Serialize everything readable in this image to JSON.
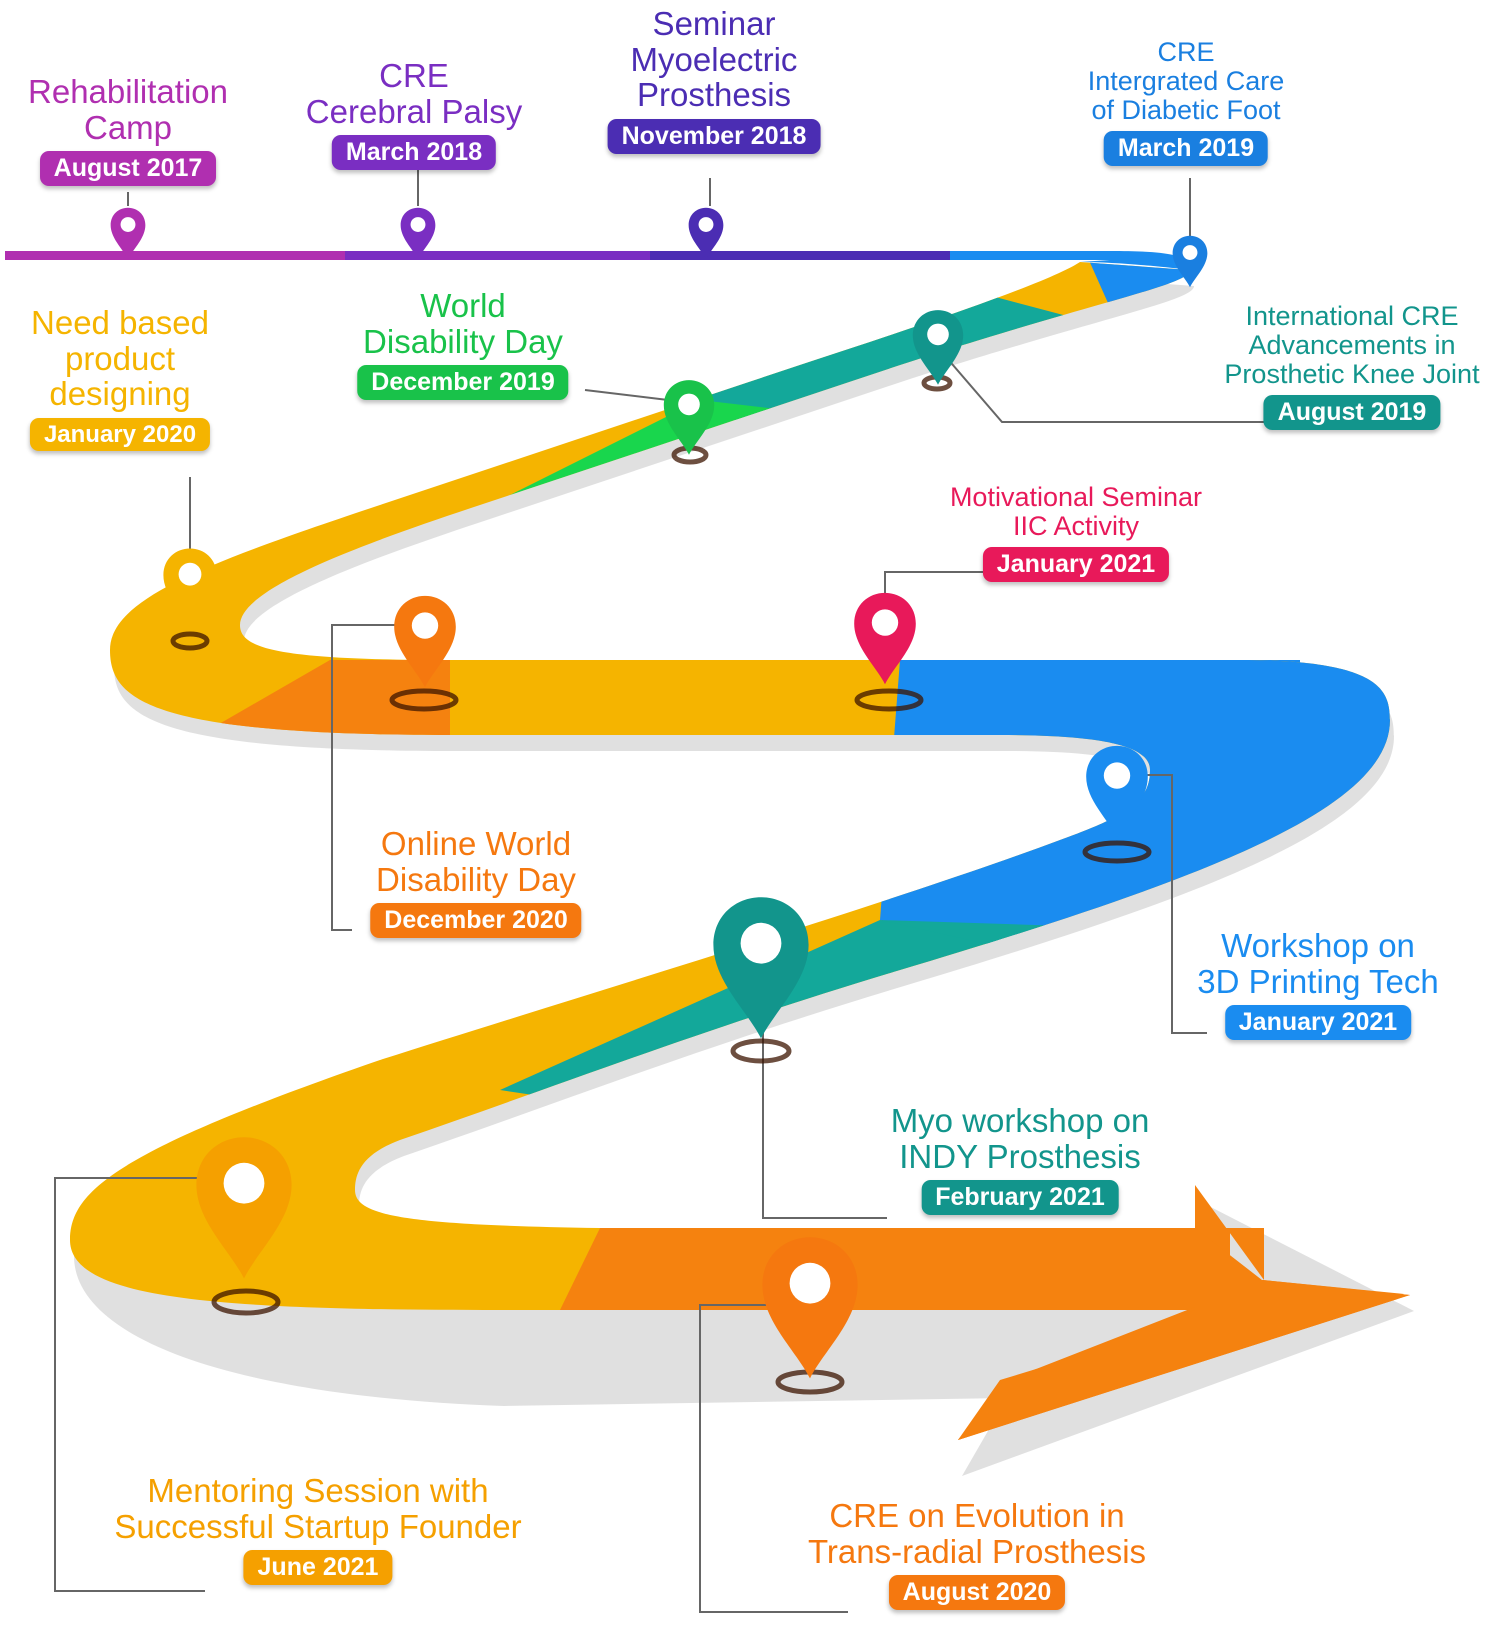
{
  "events": [
    {
      "id": "rehab-camp",
      "lines": [
        "Rehabilitation",
        "Camp"
      ],
      "date": "August 2017",
      "color": "#b02fb0"
    },
    {
      "id": "cre-cerebral-palsy",
      "lines": [
        "CRE",
        "Cerebral Palsy"
      ],
      "date": "March 2018",
      "color": "#7a2ec2"
    },
    {
      "id": "seminar-myoelectric",
      "lines": [
        "Seminar",
        "Myoelectric",
        "Prosthesis"
      ],
      "date": "November 2018",
      "color": "#4b2db3"
    },
    {
      "id": "cre-diabetic-foot",
      "lines": [
        "CRE",
        "Intergrated Care",
        "of Diabetic Foot"
      ],
      "date": "March 2019",
      "color": "#1a7fe0"
    },
    {
      "id": "international-cre-knee",
      "lines": [
        "International CRE",
        "Advancements in",
        "Prosthetic Knee Joint"
      ],
      "date": "August 2019",
      "color": "#12958c"
    },
    {
      "id": "world-disability-day",
      "lines": [
        "World",
        "Disability Day"
      ],
      "date": "December 2019",
      "color": "#19c24a"
    },
    {
      "id": "need-based-design",
      "lines": [
        "Need based",
        "product",
        "designing"
      ],
      "date": "January 2020",
      "color": "#f5b400"
    },
    {
      "id": "motivational-seminar",
      "lines": [
        "Motivational Seminar",
        "IIC Activity"
      ],
      "date": "January 2021",
      "color": "#e8195a"
    },
    {
      "id": "online-world-disability-day",
      "lines": [
        "Online World",
        "Disability Day"
      ],
      "date": "December 2020",
      "color": "#f5780f"
    },
    {
      "id": "workshop-3d-printing",
      "lines": [
        "Workshop on",
        "3D Printing Tech"
      ],
      "date": "January 2021",
      "color": "#1a8cf0"
    },
    {
      "id": "myo-workshop-indy",
      "lines": [
        "Myo workshop on",
        "INDY Prosthesis"
      ],
      "date": "February 2021",
      "color": "#12958c"
    },
    {
      "id": "cre-transradial",
      "lines": [
        "CRE on Evolution in",
        "Trans-radial Prosthesis"
      ],
      "date": "August 2020",
      "color": "#f5780f"
    },
    {
      "id": "mentoring-session",
      "lines": [
        "Mentoring Session with",
        "Successful Startup Founder"
      ],
      "date": "June 2021",
      "color": "#f5a000"
    }
  ]
}
